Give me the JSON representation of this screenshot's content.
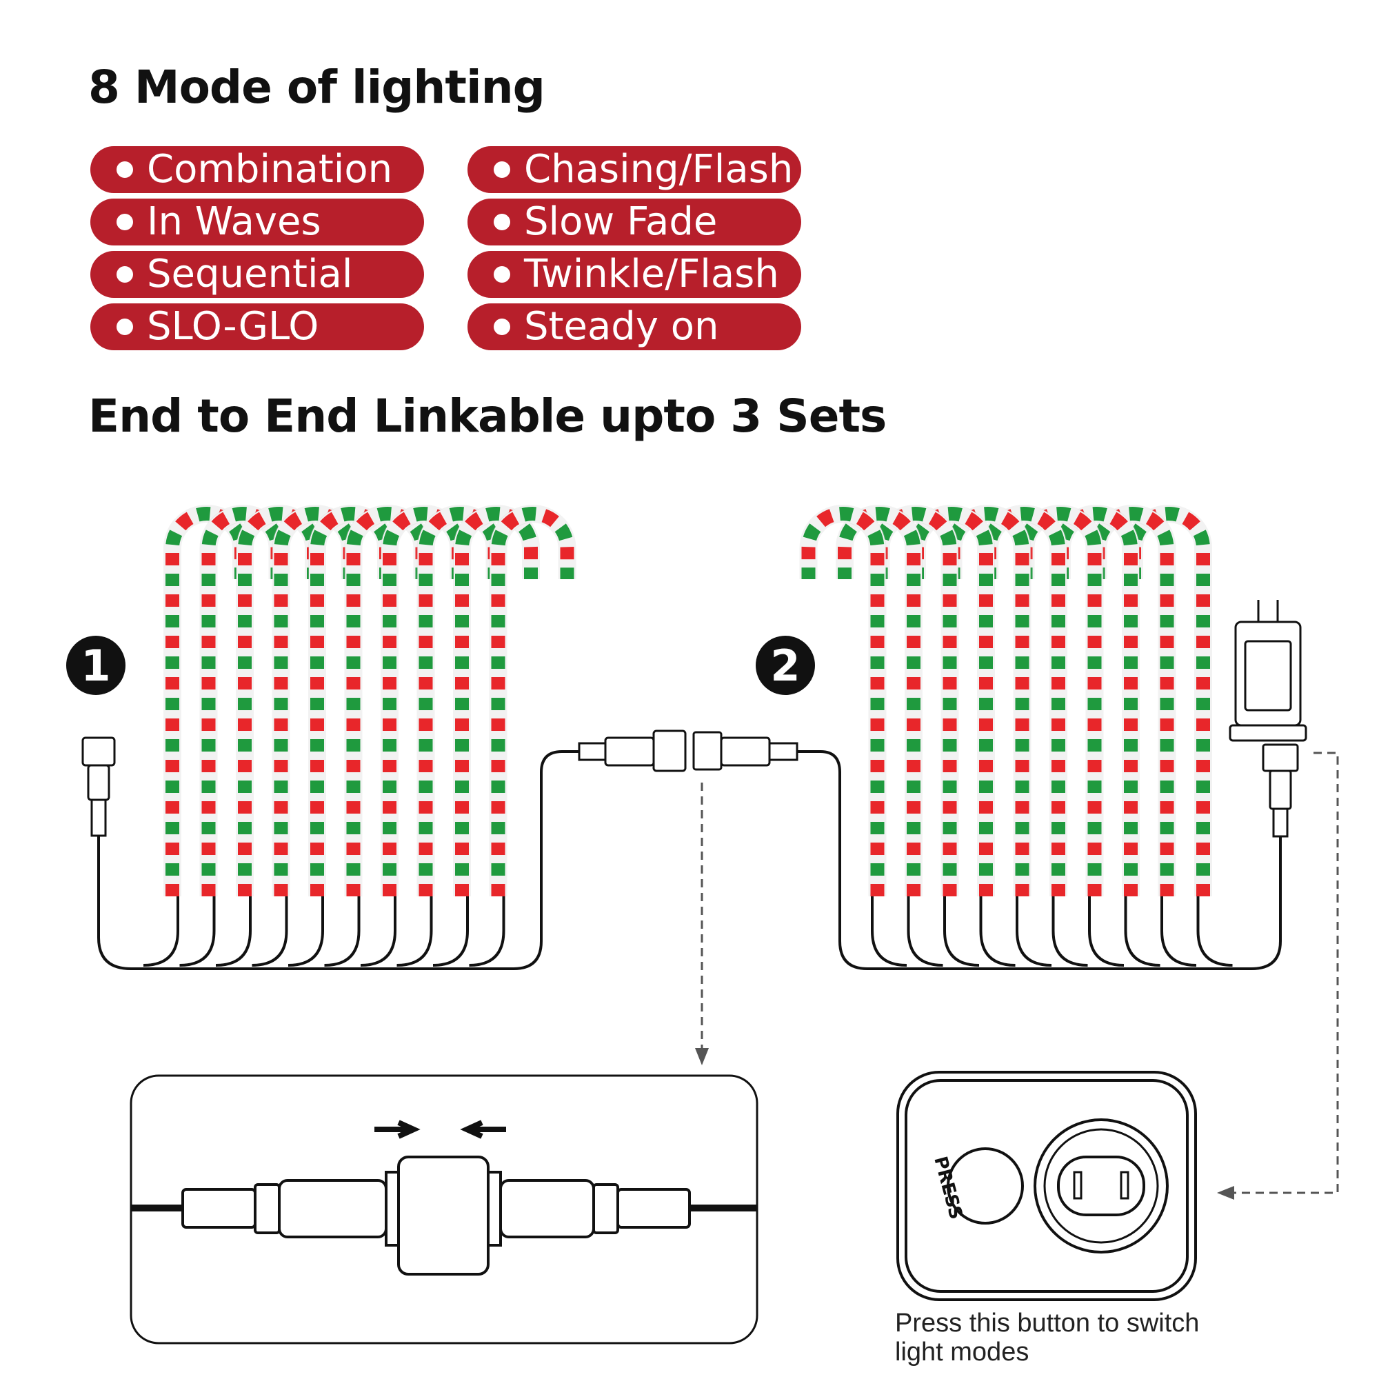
{
  "title": "8 Mode of lighting",
  "modes": [
    {
      "label": "Combination"
    },
    {
      "label": "In Waves"
    },
    {
      "label": "Sequential"
    },
    {
      "label": "SLO-GLO"
    },
    {
      "label": "Chasing/Flash"
    },
    {
      "label": "Slow Fade"
    },
    {
      "label": "Twinkle/Flash"
    },
    {
      "label": "Steady on"
    }
  ],
  "link_title": "End to End Linkable upto 3 Sets",
  "set_numbers": [
    "1",
    "2"
  ],
  "button_label": "PRESS",
  "caption": {
    "line1": "Press this button to switch",
    "line2": "light modes"
  },
  "colors": {
    "pill": "#b71f2b",
    "cane_red": "#e8262a",
    "cane_green": "#1f9a3e",
    "ink": "#111111"
  }
}
